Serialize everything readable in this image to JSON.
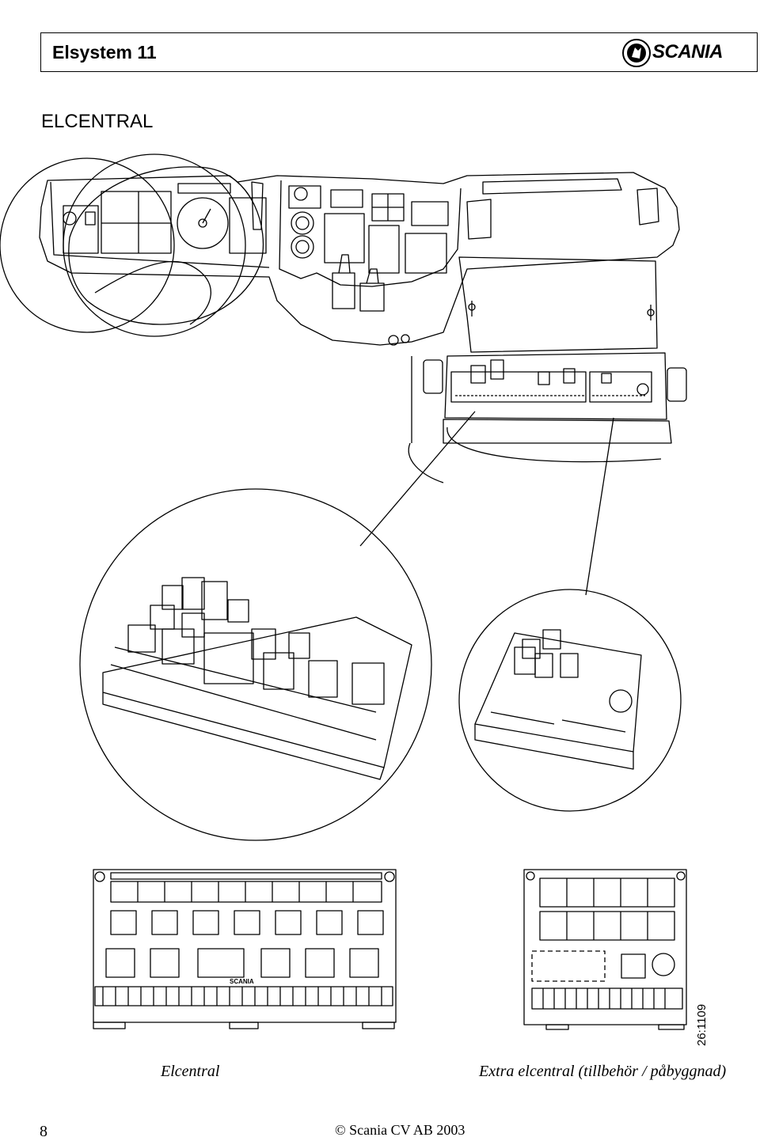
{
  "header": {
    "title": "Elsystem 11",
    "logo_text": "SCANIA"
  },
  "section": {
    "title": "ELCENTRAL"
  },
  "figure": {
    "id_label": "26:1109",
    "board_brand": "SCANIA"
  },
  "captions": {
    "left": "Elcentral",
    "right": "Extra elcentral (tillbehör / påbyggnad)"
  },
  "footer": {
    "page_number": "8",
    "copyright": "© Scania CV AB 2003"
  }
}
